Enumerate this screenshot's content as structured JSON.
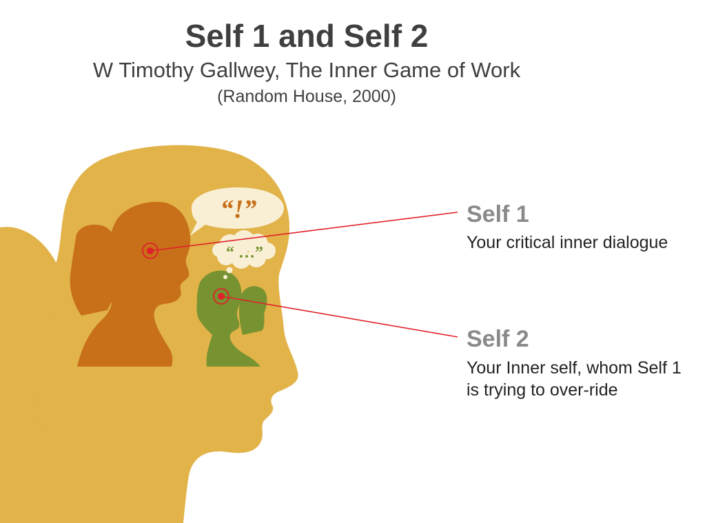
{
  "header": {
    "title": "Self 1 and Self 2",
    "subtitle": "W Timothy Gallwey, The Inner Game of Work",
    "publisher": "(Random House, 2000)"
  },
  "bubbles": {
    "self1_speech": "“!”",
    "self2_thought": "“ …”"
  },
  "labels": {
    "self1": {
      "heading": "Self 1",
      "description": "Your critical inner dialogue"
    },
    "self2": {
      "heading": "Self 2",
      "description_line1": "Your Inner self, whom Self 1",
      "description_line2": "is trying to over-ride"
    }
  },
  "colors": {
    "big_head": "#e1b349",
    "self1_silhouette": "#c86f1a",
    "self2_silhouette": "#779230",
    "bubble_fill": "#f8efd5",
    "pointer_line": "#e0202a",
    "heading_gray": "#8a8a8a"
  }
}
